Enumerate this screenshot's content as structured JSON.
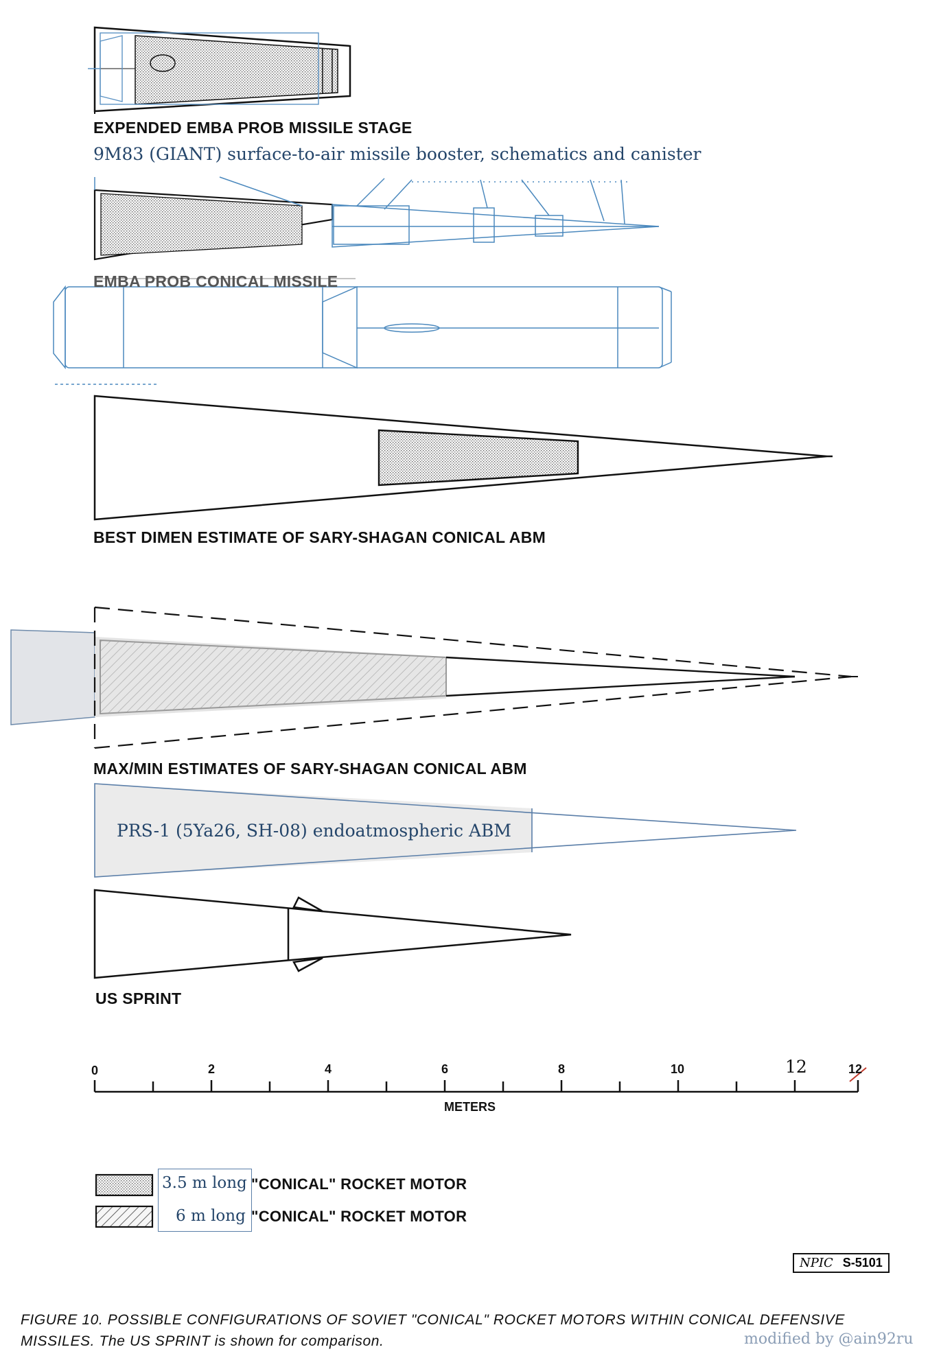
{
  "labels": {
    "expended_stage": "EXPENDED EMBA PROB MISSILE STAGE",
    "giant_note": "9M83 (GIANT) surface-to-air missile booster, schematics and canister",
    "conical_missile": "EMBA PROB CONICAL MISSILE",
    "best_estimate": "BEST DIMEN ESTIMATE OF SARY-SHAGAN CONICAL ABM",
    "maxmin_estimate": "MAX/MIN ESTIMATES OF SARY-SHAGAN CONICAL ABM",
    "prs1": "PRS-1 (5Ya26, SH-08) endoatmospheric ABM",
    "us_sprint": "US SPRINT"
  },
  "scale": {
    "ticks": [
      "0",
      "2",
      "4",
      "6",
      "8",
      "10"
    ],
    "handwritten_12": "12",
    "struck_12": "12",
    "unit": "METERS"
  },
  "legend": {
    "items": [
      {
        "length": "3.5 m long",
        "label": "\"CONICAL\" ROCKET MOTOR",
        "pattern": "stipple"
      },
      {
        "length": "6 m long",
        "label": "\"CONICAL\" ROCKET MOTOR",
        "pattern": "hatch"
      }
    ]
  },
  "stamp": {
    "agency": "NPIC",
    "code": "S-5101"
  },
  "caption": {
    "line1": "FIGURE 10. POSSIBLE CONFIGURATIONS OF SOVIET \"CONICAL\" ROCKET MOTORS WITHIN CONICAL DEFENSIVE",
    "line2": "MISSILES. The US SPRINT is shown for comparison.",
    "credit": "modified by @ain92ru"
  },
  "colors": {
    "line": "#111111",
    "overlay_blue": "#3f7fb5",
    "annotation_text": "#24456a",
    "overlay_fill": "#e8e8e8",
    "red_strike": "#c0392b"
  }
}
